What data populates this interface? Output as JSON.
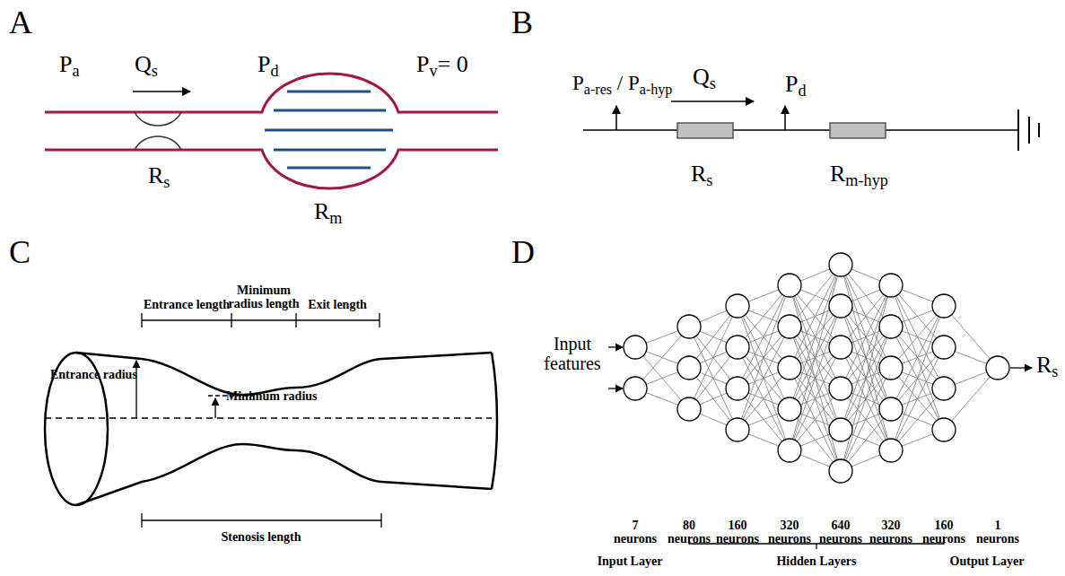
{
  "diagram": {
    "labels": [
      "A",
      "B",
      "C",
      "D",
      "Pa",
      "Qs",
      "Pd",
      "Pv= 0",
      "Rs",
      "Rm",
      "Pa-res / Pa-hyp",
      "Qs",
      "Pd",
      "Rs",
      "Rm-hyp",
      "Entrance length",
      "Minimum radius length",
      "Exit length",
      "Entrance radius",
      "Minimum radius",
      "Stenosis length",
      "Input features",
      "Rs",
      "7 neurons",
      "80 neurons",
      "160 neurons",
      "320 neurons",
      "640 neurons",
      "320 neurons",
      "160 neurons",
      "1 neurons",
      "Input Layer",
      "Hidden Layers",
      "Output Layer"
    ]
  }
}
